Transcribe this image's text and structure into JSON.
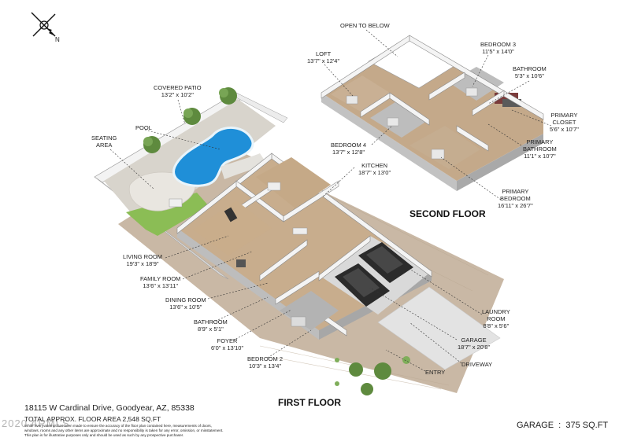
{
  "compass": {
    "label": "N",
    "icon": "north-arrow-icon"
  },
  "floors": {
    "second": "SECOND FLOOR",
    "first": "FIRST FLOOR"
  },
  "rooms": {
    "open_to_below": {
      "name": "OPEN TO BELOW"
    },
    "loft": {
      "name": "LOFT",
      "dim": "13'7\" x 12'4\""
    },
    "bedroom3": {
      "name": "BEDROOM 3",
      "dim": "11'5\" x 14'0\""
    },
    "bathroom_up": {
      "name": "BATHROOM",
      "dim": "5'3\" x 10'6\""
    },
    "primary_closet": {
      "name": "PRIMARY",
      "name2": "CLOSET",
      "dim": "5'6\" x 10'7\""
    },
    "primary_bathroom": {
      "name": "PRIMARY",
      "name2": "BATHROOM",
      "dim": "11'1\" x 10'7\""
    },
    "bedroom4": {
      "name": "BEDROOM 4",
      "dim": "13'7\" x 12'8\""
    },
    "kitchen": {
      "name": "KITCHEN",
      "dim": "18'7\" x 13'0\""
    },
    "primary_bedroom": {
      "name": "PRIMARY",
      "name2": "BEDROOM",
      "dim": "16'11\" x 26'7\""
    },
    "covered_patio": {
      "name": "COVERED PATIO",
      "dim": "13'2\" x 10'2\""
    },
    "pool": {
      "name": "POOL"
    },
    "seating_area": {
      "name": "SEATING",
      "name2": "AREA"
    },
    "living_room": {
      "name": "LIVING ROOM",
      "dim": "19'3\" x 18'9\""
    },
    "family_room": {
      "name": "FAMILY ROOM",
      "dim": "13'6\" x 13'11\""
    },
    "dining_room": {
      "name": "DINING ROOM",
      "dim": "13'6\" x 10'5\""
    },
    "bathroom_down": {
      "name": "BATHROOM",
      "dim": "8'9\" x 5'1\""
    },
    "foyer": {
      "name": "FOYER",
      "dim": "6'0\" x 13'10\""
    },
    "bedroom2": {
      "name": "BEDROOM 2",
      "dim": "10'3\" x 13'4\""
    },
    "laundry": {
      "name": "LAUNDRY",
      "name2": "ROOM",
      "dim": "8'8\" x 5'6\""
    },
    "garage": {
      "name": "GARAGE",
      "dim": "18'7\" x 20'8\""
    },
    "driveway": {
      "name": "DRIVEWAY"
    },
    "entry": {
      "name": "ENTRY"
    }
  },
  "footer": {
    "address": "18115 W Cardinal Drive, Goodyear, AZ, 85338",
    "total_area": "TOTAL APPROX. FLOOR AREA 2,548 SQ.FT",
    "disclaimer_1": "While every attempt has been made to ensure the accuracy of the floor plan contained here, measurements of doors,",
    "disclaimer_2": "windows, rooms and any other items are approximate and no responsibility is taken for any error, omission, or misstatement.",
    "disclaimer_3": "This plan is for illustrative purposes only and should be used as such by any prospective purchaser.",
    "watermark": "2020 ARMLS",
    "garage_area": "GARAGE  :  375 SQ.FT"
  }
}
